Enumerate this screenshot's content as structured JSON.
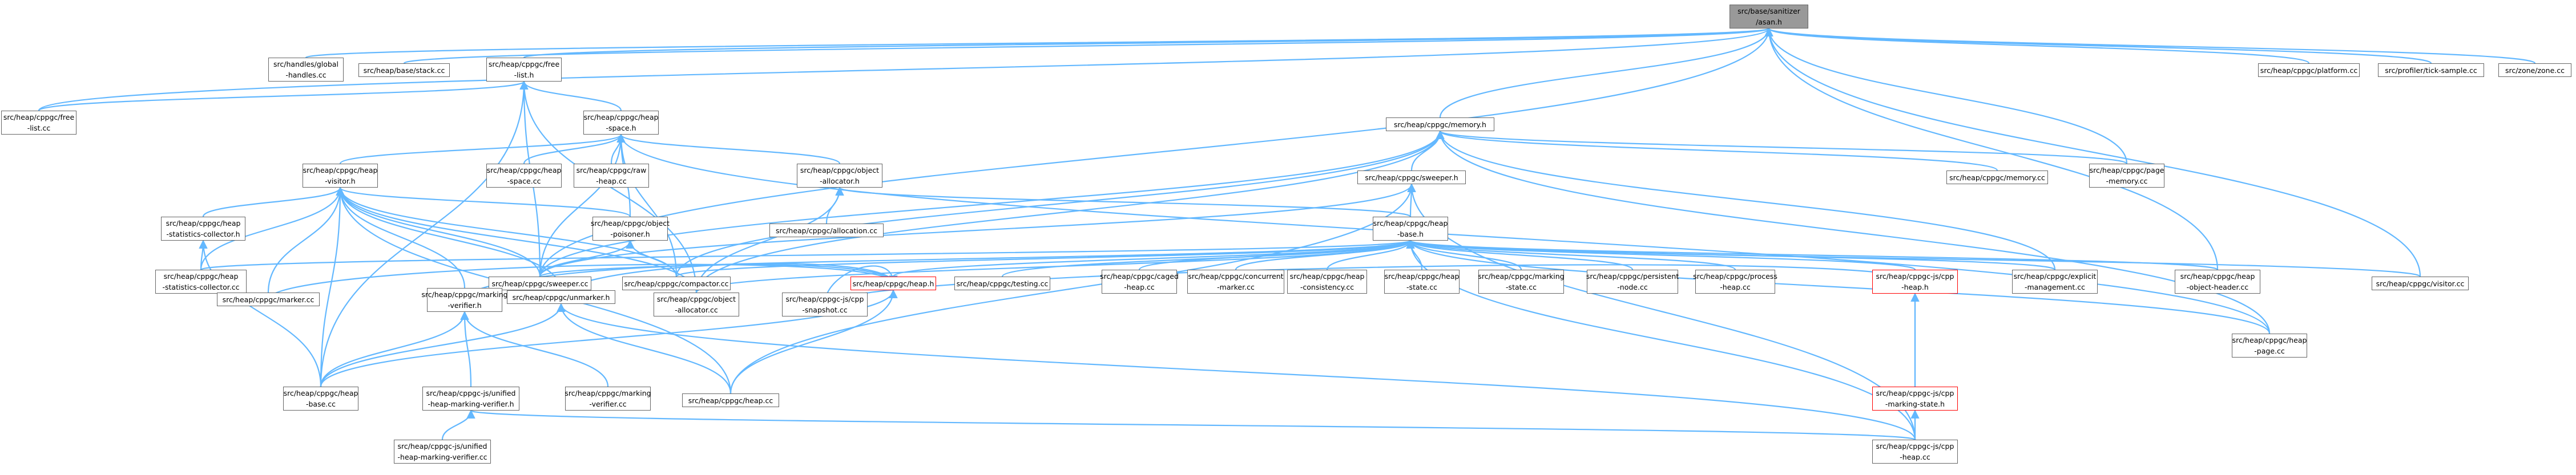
{
  "graph": {
    "title": "",
    "colors": {
      "edge": "#63b8ff",
      "node_border": "#666666",
      "root_fill": "#999999",
      "highlight_border": "#ff0000"
    },
    "nodes": [
      {
        "id": "asan",
        "label": "src/base/sanitizer\n/asan.h",
        "kind": "root"
      },
      {
        "id": "global_handles",
        "label": "src/handles/global\n-handles.cc",
        "kind": "normal"
      },
      {
        "id": "base_stack",
        "label": "src/heap/base/stack.cc",
        "kind": "normal"
      },
      {
        "id": "free_list_h",
        "label": "src/heap/cppgc/free\n-list.h",
        "kind": "normal"
      },
      {
        "id": "free_list_cc",
        "label": "src/heap/cppgc/free\n-list.cc",
        "kind": "normal"
      },
      {
        "id": "heap_space_h",
        "label": "src/heap/cppgc/heap\n-space.h",
        "kind": "normal"
      },
      {
        "id": "memory_h",
        "label": "src/heap/cppgc/memory.h",
        "kind": "normal"
      },
      {
        "id": "platform_cc",
        "label": "src/heap/cppgc/platform.cc",
        "kind": "normal"
      },
      {
        "id": "tick_sample",
        "label": "src/profiler/tick-sample.cc",
        "kind": "normal"
      },
      {
        "id": "zone_cc",
        "label": "src/zone/zone.cc",
        "kind": "normal"
      },
      {
        "id": "heap_visitor_h",
        "label": "src/heap/cppgc/heap\n-visitor.h",
        "kind": "normal"
      },
      {
        "id": "heap_space_cc",
        "label": "src/heap/cppgc/heap\n-space.cc",
        "kind": "normal"
      },
      {
        "id": "raw_heap_cc",
        "label": "src/heap/cppgc/raw\n-heap.cc",
        "kind": "normal"
      },
      {
        "id": "object_allocator_h",
        "label": "src/heap/cppgc/object\n-allocator.h",
        "kind": "normal"
      },
      {
        "id": "sweeper_h",
        "label": "src/heap/cppgc/sweeper.h",
        "kind": "normal"
      },
      {
        "id": "memory_cc",
        "label": "src/heap/cppgc/memory.cc",
        "kind": "normal"
      },
      {
        "id": "page_memory_cc",
        "label": "src/heap/cppgc/page\n-memory.cc",
        "kind": "normal"
      },
      {
        "id": "stats_collector_h",
        "label": "src/heap/cppgc/heap\n-statistics-collector.h",
        "kind": "normal"
      },
      {
        "id": "allocation_cc",
        "label": "src/heap/cppgc/allocation.cc",
        "kind": "normal"
      },
      {
        "id": "object_poisoner_h",
        "label": "src/heap/cppgc/object\n-poisoner.h",
        "kind": "normal"
      },
      {
        "id": "heap_base_h",
        "label": "src/heap/cppgc/heap\n-base.h",
        "kind": "normal"
      },
      {
        "id": "stats_collector_cc",
        "label": "src/heap/cppgc/heap\n-statistics-collector.cc",
        "kind": "normal"
      },
      {
        "id": "sweeper_cc",
        "label": "src/heap/cppgc/sweeper.cc",
        "kind": "normal"
      },
      {
        "id": "compactor_cc",
        "label": "src/heap/cppgc/compactor.cc",
        "kind": "normal"
      },
      {
        "id": "heap_h",
        "label": "src/heap/cppgc/heap.h",
        "kind": "red"
      },
      {
        "id": "testing_cc",
        "label": "src/heap/cppgc/testing.cc",
        "kind": "normal"
      },
      {
        "id": "caged_heap_cc",
        "label": "src/heap/cppgc/caged\n-heap.cc",
        "kind": "normal"
      },
      {
        "id": "concurrent_marker_cc",
        "label": "src/heap/cppgc/concurrent\n-marker.cc",
        "kind": "normal"
      },
      {
        "id": "heap_consistency_cc",
        "label": "src/heap/cppgc/heap\n-consistency.cc",
        "kind": "normal"
      },
      {
        "id": "heap_state_cc",
        "label": "src/heap/cppgc/heap\n-state.cc",
        "kind": "normal"
      },
      {
        "id": "marking_state_cc",
        "label": "src/heap/cppgc/marking\n-state.cc",
        "kind": "normal"
      },
      {
        "id": "persistent_node_cc",
        "label": "src/heap/cppgc/persistent\n-node.cc",
        "kind": "normal"
      },
      {
        "id": "process_heap_cc",
        "label": "src/heap/cppgc/process\n-heap.cc",
        "kind": "normal"
      },
      {
        "id": "cpp_heap_h",
        "label": "src/heap/cppgc-js/cpp\n-heap.h",
        "kind": "red"
      },
      {
        "id": "explicit_mgmt_cc",
        "label": "src/heap/cppgc/explicit\n-management.cc",
        "kind": "normal"
      },
      {
        "id": "object_header_cc",
        "label": "src/heap/cppgc/heap\n-object-header.cc",
        "kind": "normal"
      },
      {
        "id": "visitor_cc",
        "label": "src/heap/cppgc/visitor.cc",
        "kind": "normal"
      },
      {
        "id": "marker_cc",
        "label": "src/heap/cppgc/marker.cc",
        "kind": "normal"
      },
      {
        "id": "marking_verifier_h",
        "label": "src/heap/cppgc/marking\n-verifier.h",
        "kind": "normal"
      },
      {
        "id": "unmarker_h",
        "label": "src/heap/cppgc/unmarker.h",
        "kind": "normal"
      },
      {
        "id": "object_allocator_cc",
        "label": "src/heap/cppgc/object\n-allocator.cc",
        "kind": "normal"
      },
      {
        "id": "cpp_snapshot_cc",
        "label": "src/heap/cppgc-js/cpp\n-snapshot.cc",
        "kind": "normal"
      },
      {
        "id": "heap_page_cc",
        "label": "src/heap/cppgc/heap\n-page.cc",
        "kind": "normal"
      },
      {
        "id": "heap_base_cc",
        "label": "src/heap/cppgc/heap\n-base.cc",
        "kind": "normal"
      },
      {
        "id": "unified_verifier_h",
        "label": "src/heap/cppgc-js/unified\n-heap-marking-verifier.h",
        "kind": "normal"
      },
      {
        "id": "marking_verifier_cc",
        "label": "src/heap/cppgc/marking\n-verifier.cc",
        "kind": "normal"
      },
      {
        "id": "heap_cc",
        "label": "src/heap/cppgc/heap.cc",
        "kind": "normal"
      },
      {
        "id": "cpp_marking_state_h",
        "label": "src/heap/cppgc-js/cpp\n-marking-state.h",
        "kind": "red"
      },
      {
        "id": "unified_verifier_cc",
        "label": "src/heap/cppgc-js/unified\n-heap-marking-verifier.cc",
        "kind": "normal"
      },
      {
        "id": "cpp_heap_cc",
        "label": "src/heap/cppgc-js/cpp\n-heap.cc",
        "kind": "normal"
      }
    ],
    "edges": [
      [
        "global_handles",
        "asan"
      ],
      [
        "base_stack",
        "asan"
      ],
      [
        "free_list_h",
        "asan"
      ],
      [
        "free_list_cc",
        "asan"
      ],
      [
        "memory_h",
        "asan"
      ],
      [
        "platform_cc",
        "asan"
      ],
      [
        "tick_sample",
        "asan"
      ],
      [
        "zone_cc",
        "asan"
      ],
      [
        "page_memory_cc",
        "asan"
      ],
      [
        "object_header_cc",
        "asan"
      ],
      [
        "visitor_cc",
        "asan"
      ],
      [
        "sweeper_cc",
        "asan"
      ],
      [
        "free_list_cc",
        "free_list_h"
      ],
      [
        "heap_space_h",
        "free_list_h"
      ],
      [
        "sweeper_cc",
        "free_list_h"
      ],
      [
        "object_allocator_cc",
        "free_list_h"
      ],
      [
        "heap_base_cc",
        "free_list_h"
      ],
      [
        "heap_visitor_h",
        "heap_space_h"
      ],
      [
        "heap_space_cc",
        "heap_space_h"
      ],
      [
        "raw_heap_cc",
        "heap_space_h"
      ],
      [
        "object_allocator_h",
        "heap_space_h"
      ],
      [
        "compactor_cc",
        "heap_space_h"
      ],
      [
        "sweeper_cc",
        "heap_space_h"
      ],
      [
        "object_poisoner_h",
        "heap_space_h"
      ],
      [
        "heap_page_cc",
        "heap_space_h"
      ],
      [
        "stats_collector_h",
        "heap_visitor_h"
      ],
      [
        "stats_collector_cc",
        "heap_visitor_h"
      ],
      [
        "object_poisoner_h",
        "heap_visitor_h"
      ],
      [
        "sweeper_cc",
        "heap_visitor_h"
      ],
      [
        "marker_cc",
        "heap_visitor_h"
      ],
      [
        "marking_verifier_h",
        "heap_visitor_h"
      ],
      [
        "unmarker_h",
        "heap_visitor_h"
      ],
      [
        "object_allocator_cc",
        "heap_visitor_h"
      ],
      [
        "heap_base_cc",
        "heap_visitor_h"
      ],
      [
        "heap_cc",
        "heap_visitor_h"
      ],
      [
        "compactor_cc",
        "heap_visitor_h"
      ],
      [
        "stats_collector_cc",
        "stats_collector_h"
      ],
      [
        "heap_base_cc",
        "stats_collector_h"
      ],
      [
        "allocation_cc",
        "object_allocator_h"
      ],
      [
        "heap_base_h",
        "object_allocator_h"
      ],
      [
        "object_allocator_cc",
        "object_allocator_h"
      ],
      [
        "sweeper_h",
        "memory_h"
      ],
      [
        "memory_cc",
        "memory_h"
      ],
      [
        "page_memory_cc",
        "memory_h"
      ],
      [
        "explicit_mgmt_cc",
        "memory_h"
      ],
      [
        "heap_page_cc",
        "memory_h"
      ],
      [
        "object_allocator_cc",
        "memory_h"
      ],
      [
        "sweeper_cc",
        "memory_h"
      ],
      [
        "compactor_cc",
        "memory_h"
      ],
      [
        "heap_base_h",
        "sweeper_h"
      ],
      [
        "sweeper_cc",
        "sweeper_h"
      ],
      [
        "cpp_heap_cc",
        "sweeper_h"
      ],
      [
        "heap_cc",
        "sweeper_h"
      ],
      [
        "sweeper_cc",
        "object_poisoner_h"
      ],
      [
        "compactor_cc",
        "object_poisoner_h"
      ],
      [
        "heap_h",
        "heap_base_h"
      ],
      [
        "testing_cc",
        "heap_base_h"
      ],
      [
        "caged_heap_cc",
        "heap_base_h"
      ],
      [
        "concurrent_marker_cc",
        "heap_base_h"
      ],
      [
        "heap_consistency_cc",
        "heap_base_h"
      ],
      [
        "heap_state_cc",
        "heap_base_h"
      ],
      [
        "marking_state_cc",
        "heap_base_h"
      ],
      [
        "persistent_node_cc",
        "heap_base_h"
      ],
      [
        "process_heap_cc",
        "heap_base_h"
      ],
      [
        "cpp_heap_h",
        "heap_base_h"
      ],
      [
        "explicit_mgmt_cc",
        "heap_base_h"
      ],
      [
        "object_header_cc",
        "heap_base_h"
      ],
      [
        "visitor_cc",
        "heap_base_h"
      ],
      [
        "object_allocator_cc",
        "heap_base_h"
      ],
      [
        "heap_page_cc",
        "heap_base_h"
      ],
      [
        "stats_collector_cc",
        "heap_base_h"
      ],
      [
        "sweeper_cc",
        "heap_base_h"
      ],
      [
        "compactor_cc",
        "heap_base_h"
      ],
      [
        "cpp_heap_cc",
        "heap_base_h"
      ],
      [
        "marker_cc",
        "heap_h"
      ],
      [
        "marking_verifier_h",
        "heap_h"
      ],
      [
        "unmarker_h",
        "heap_h"
      ],
      [
        "cpp_snapshot_cc",
        "heap_h"
      ],
      [
        "heap_cc",
        "heap_h"
      ],
      [
        "heap_base_cc",
        "heap_h"
      ],
      [
        "cpp_marking_state_h",
        "cpp_heap_h"
      ],
      [
        "cpp_heap_cc",
        "cpp_heap_h"
      ],
      [
        "cpp_snapshot_cc",
        "cpp_heap_h"
      ],
      [
        "heap_base_cc",
        "marking_verifier_h"
      ],
      [
        "unified_verifier_h",
        "marking_verifier_h"
      ],
      [
        "marking_verifier_cc",
        "marking_verifier_h"
      ],
      [
        "heap_base_cc",
        "unmarker_h"
      ],
      [
        "heap_cc",
        "unmarker_h"
      ],
      [
        "cpp_heap_cc",
        "unmarker_h"
      ],
      [
        "unified_verifier_cc",
        "unified_verifier_h"
      ],
      [
        "cpp_heap_cc",
        "unified_verifier_h"
      ],
      [
        "cpp_heap_cc",
        "cpp_marking_state_h"
      ]
    ]
  }
}
